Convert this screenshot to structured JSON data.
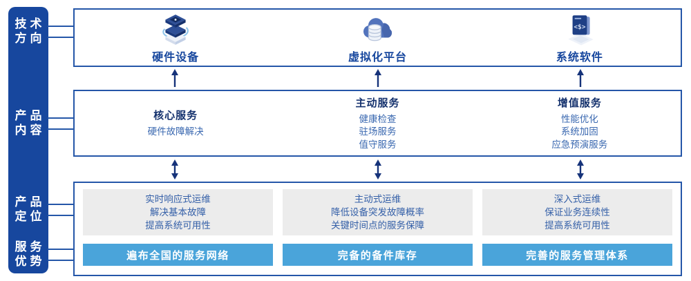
{
  "sidebar": {
    "items": [
      {
        "id": "tech-direction",
        "line1": "技术",
        "line2": "方向"
      },
      {
        "id": "product-content",
        "line1": "产品",
        "line2": "内容"
      },
      {
        "id": "product-positioning",
        "line1": "产品",
        "line2": "定位"
      },
      {
        "id": "service-advantage",
        "line1": "服务",
        "line2": "优势"
      }
    ]
  },
  "tech_row": {
    "columns": [
      {
        "icon": "server-stack-icon",
        "label": "硬件设备"
      },
      {
        "icon": "cloud-database-icon",
        "label": "虚拟化平台"
      },
      {
        "icon": "code-window-icon",
        "label": "系统软件"
      }
    ]
  },
  "content_row": {
    "columns": [
      {
        "title": "核心服务",
        "items": [
          "硬件故障解决"
        ]
      },
      {
        "title": "主动服务",
        "items": [
          "健康检查",
          "驻场服务",
          "值守服务"
        ]
      },
      {
        "title": "增值服务",
        "items": [
          "性能优化",
          "系统加固",
          "应急预演服务"
        ]
      }
    ]
  },
  "positioning_row": {
    "columns": [
      {
        "points": [
          "实时响应式运维",
          "解决基本故障",
          "提高系统可用性"
        ],
        "banner": "遍布全国的服务网络"
      },
      {
        "points": [
          "主动式运维",
          "降低设备突发故障概率",
          "关键时间点的服务保障"
        ],
        "banner": "完备的备件库存"
      },
      {
        "points": [
          "深入式运维",
          "保证业务连续性",
          "提高系统可用性"
        ],
        "banner": "完善的服务管理体系"
      }
    ]
  },
  "colors": {
    "sidebar_bg": "#17479e",
    "box_border": "#2456a8",
    "tech_label": "#17479e",
    "service_title": "#14316d",
    "service_item": "#3a68b0",
    "points_bg": "#ececec",
    "points_text": "#3560a8",
    "banner_bg": "#4aa4da",
    "banner_text": "#ffffff",
    "arrow": "#16337a"
  }
}
